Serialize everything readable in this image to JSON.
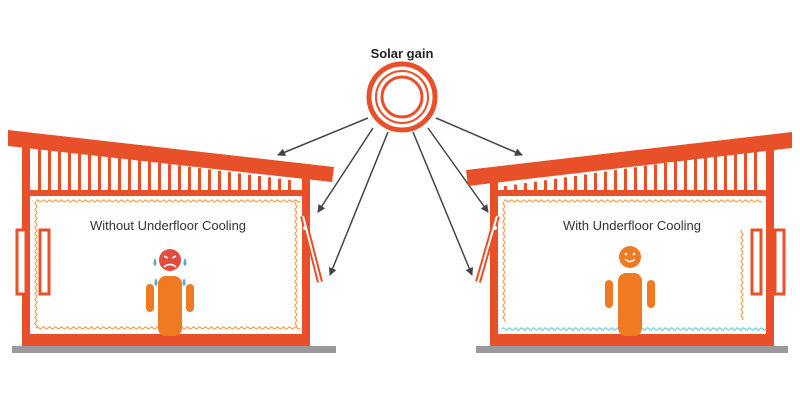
{
  "sun": {
    "label": "Solar gain"
  },
  "left_panel": {
    "label": "Without Underfloor Cooling",
    "person_face": "frown-face-icon"
  },
  "right_panel": {
    "label": "With Underfloor Cooling",
    "person_face": "smile-face-icon"
  },
  "colors": {
    "primary": "#e8502a",
    "person": "#f07a22",
    "heat": "#f0a050",
    "cool": "#6ccde0",
    "ground": "#9a9a9a",
    "arrow": "#444444",
    "sad_head": "#e24c3c"
  }
}
